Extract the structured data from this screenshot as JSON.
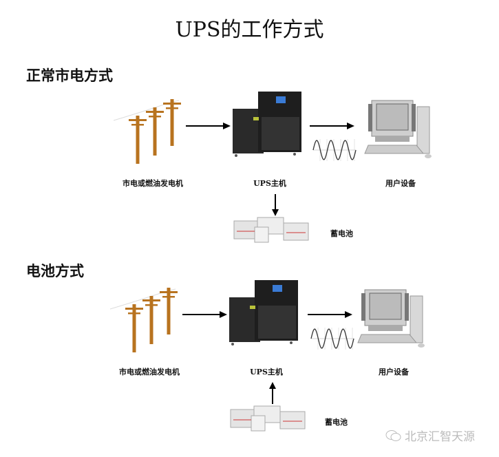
{
  "title": "UPS的工作方式",
  "sections": [
    {
      "heading": "正常市电方式",
      "source_label": "市电或燃油发电机",
      "ups_label": "UPS主机",
      "load_label": "用户设备",
      "battery_label": "蓄电池",
      "battery_flow": "ups-to-battery"
    },
    {
      "heading": "电池方式",
      "source_label": "市电或燃油发电机",
      "ups_label": "UPS主机",
      "load_label": "用户设备",
      "battery_label": "蓄电池",
      "battery_flow": "battery-to-ups"
    }
  ],
  "watermark": "北京汇智天源",
  "colors": {
    "pole": "#b8731f",
    "ups": "#2a2a2a",
    "screen": "#3a7bd5",
    "arrow": "#000000"
  }
}
